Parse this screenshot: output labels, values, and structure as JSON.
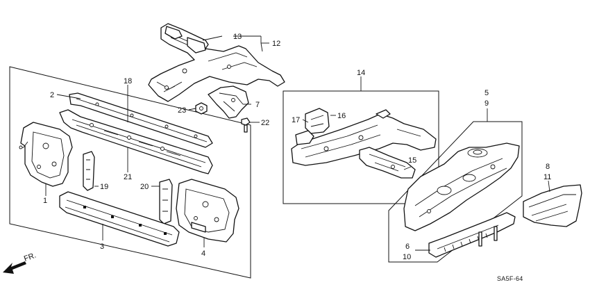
{
  "diagram": {
    "callouts": {
      "c1": "1",
      "c2": "2",
      "c3": "3",
      "c4": "4",
      "c5": "5",
      "c6": "6",
      "c7": "7",
      "c8": "8",
      "c9": "9",
      "c10": "10",
      "c11": "11",
      "c12": "12",
      "c13": "13",
      "c14": "14",
      "c15": "15",
      "c16": "16",
      "c17": "17",
      "c18": "18",
      "c19": "19",
      "c20": "20",
      "c21": "21",
      "c22": "22",
      "c23": "23"
    },
    "front_label": "FR.",
    "diagram_code": "SA5F-64",
    "line_color": "#111111",
    "background": "#ffffff"
  }
}
